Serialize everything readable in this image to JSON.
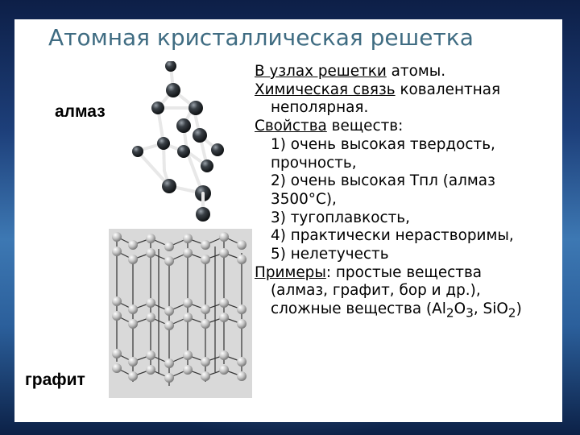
{
  "slide": {
    "title": "Атомная кристаллическая решетка",
    "label_diamond": "алмаз",
    "label_graphite": "графит",
    "lines": {
      "l1_u": "В узлах решетки",
      "l1_rest": " атомы.",
      "l2_u": "Химическая связь",
      "l2_rest": " ковалентная",
      "l3": "неполярная.",
      "l4_u": "Свойства",
      "l4_rest": " веществ:",
      "p1": "1) очень высокая твердость,",
      "p1b": "прочность,",
      "p2": "2) очень высокая Тпл (алмаз",
      "p2b": "3500°С),",
      "p3": "3) тугоплавкость,",
      "p4": "4) практически нерастворимы,",
      "p5": "5) нелетучесть",
      "ex_u": "Примеры",
      "ex_rest": ": простые вещества",
      "ex2": "(алмаз, графит, бор и др.),",
      "ex3_a": "сложные вещества (Al",
      "ex3_sub1": "2",
      "ex3_b": "O",
      "ex3_sub2": "3",
      "ex3_c": ", SiO",
      "ex3_sub3": "2",
      "ex3_d": ")"
    }
  },
  "colors": {
    "title": "#3f6c82",
    "atom_diamond": "#2b2f33",
    "atom_graphite": "#c8c8c8",
    "graphite_bg": "#d9d9d9"
  }
}
